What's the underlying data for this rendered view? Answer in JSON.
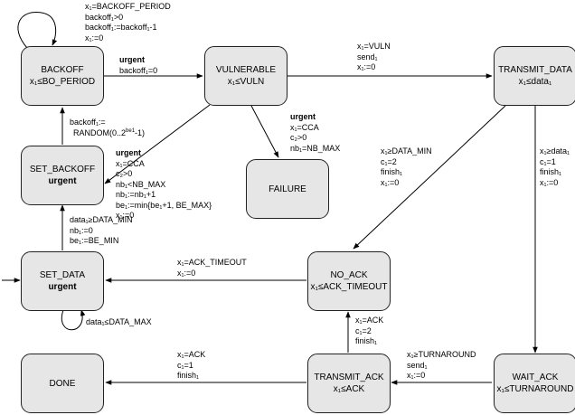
{
  "states": {
    "backoff": {
      "name": "BACKOFF",
      "sub": "x₁≤BO_PERIOD"
    },
    "vulnerable": {
      "name": "VULNERABLE",
      "sub": "x₁≤VULN"
    },
    "transmit_data": {
      "name": "TRANSMIT_DATA",
      "sub": "x₁≤data₁"
    },
    "set_backoff": {
      "name": "SET_BACKOFF",
      "sub": "urgent"
    },
    "failure": {
      "name": "FAILURE",
      "sub": ""
    },
    "set_data": {
      "name": "SET_DATA",
      "sub": "urgent"
    },
    "no_ack": {
      "name": "NO_ACK",
      "sub": "x₁≤ACK_TIMEOUT"
    },
    "done": {
      "name": "DONE",
      "sub": ""
    },
    "transmit_ack": {
      "name": "TRANSMIT_ACK",
      "sub": "x₁≤ACK"
    },
    "wait_ack": {
      "name": "WAIT_ACK",
      "sub": "x₁≤TURNAROUND"
    }
  },
  "transitions": {
    "backoff_self": [
      "x₁=BACKOFF_PERIOD",
      "backoff₁>0",
      "backoff₁:=backoff₁-1",
      "x₁:=0"
    ],
    "backoff_to_vulnerable": {
      "urgent": "urgent",
      "lines": [
        "backoff₁=0"
      ]
    },
    "vulnerable_to_transmit": [
      "x₁=VULN",
      "send₁",
      "x₁:=0"
    ],
    "set_backoff_to_backoff": [
      "backoff₁:=",
      "RANDOM(0..2",
      "be1",
      "-1)"
    ],
    "vulnerable_to_failure": {
      "urgent": "urgent",
      "lines": [
        "x₁=CCA",
        "c₂>0",
        "nb₁=NB_MAX"
      ]
    },
    "vulnerable_to_set_backoff": {
      "urgent": "urgent",
      "lines": [
        "x₁=CCA",
        "c₂>0",
        "nb₁<NB_MAX",
        "nb₁:=nb₁+1",
        "be₁:=min{be₁+1, BE_MAX}",
        "x₁:=0"
      ]
    },
    "transmit_to_no_ack": [
      "x₁≥DATA_MIN",
      "c₁=2",
      "finish₁",
      "x₁:=0"
    ],
    "transmit_to_wait_ack": [
      "x₁≥data₁",
      "c₁=1",
      "finish₁",
      "x₁:=0"
    ],
    "set_data_to_set_backoff": [
      "data₁≥DATA_MIN",
      "nb₁:=0",
      "be₁:=BE_MIN"
    ],
    "no_ack_to_set_data": [
      "x₁=ACK_TIMEOUT",
      "x₁:=0"
    ],
    "set_data_self": [
      "data₁≤DATA_MAX"
    ],
    "transmit_ack_to_no_ack": [
      "x₁=ACK",
      "c₁=2",
      "finish₁"
    ],
    "wait_ack_to_transmit_ack": [
      "x₁≥TURNAROUND",
      "send₁",
      "x₁:=0"
    ],
    "transmit_ack_to_done": [
      "x₁=ACK",
      "c₁=1",
      "finish₁"
    ]
  }
}
